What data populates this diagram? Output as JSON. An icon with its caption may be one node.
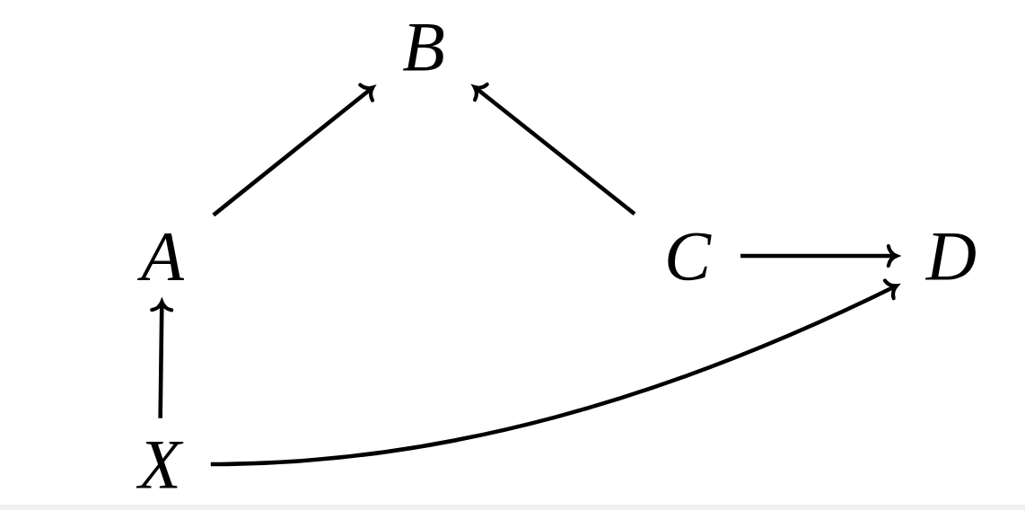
{
  "diagram": {
    "nodes": [
      {
        "text": [
          "B"
        ]
      },
      {
        "text": [
          "A"
        ]
      },
      {
        "text": [
          "C"
        ]
      },
      {
        "text": [
          "D"
        ]
      },
      {
        "text": [
          "X"
        ]
      }
    ],
    "edges": [
      {
        "from": 1,
        "to": 0,
        "arrow": "to"
      },
      {
        "from": 2,
        "to": 0,
        "arrow": "to"
      },
      {
        "from": 2,
        "to": 3,
        "arrow": "to"
      },
      {
        "from": 4,
        "to": 1,
        "arrow": "to"
      },
      {
        "from": 4,
        "to": 3,
        "arrow": "to"
      }
    ]
  }
}
